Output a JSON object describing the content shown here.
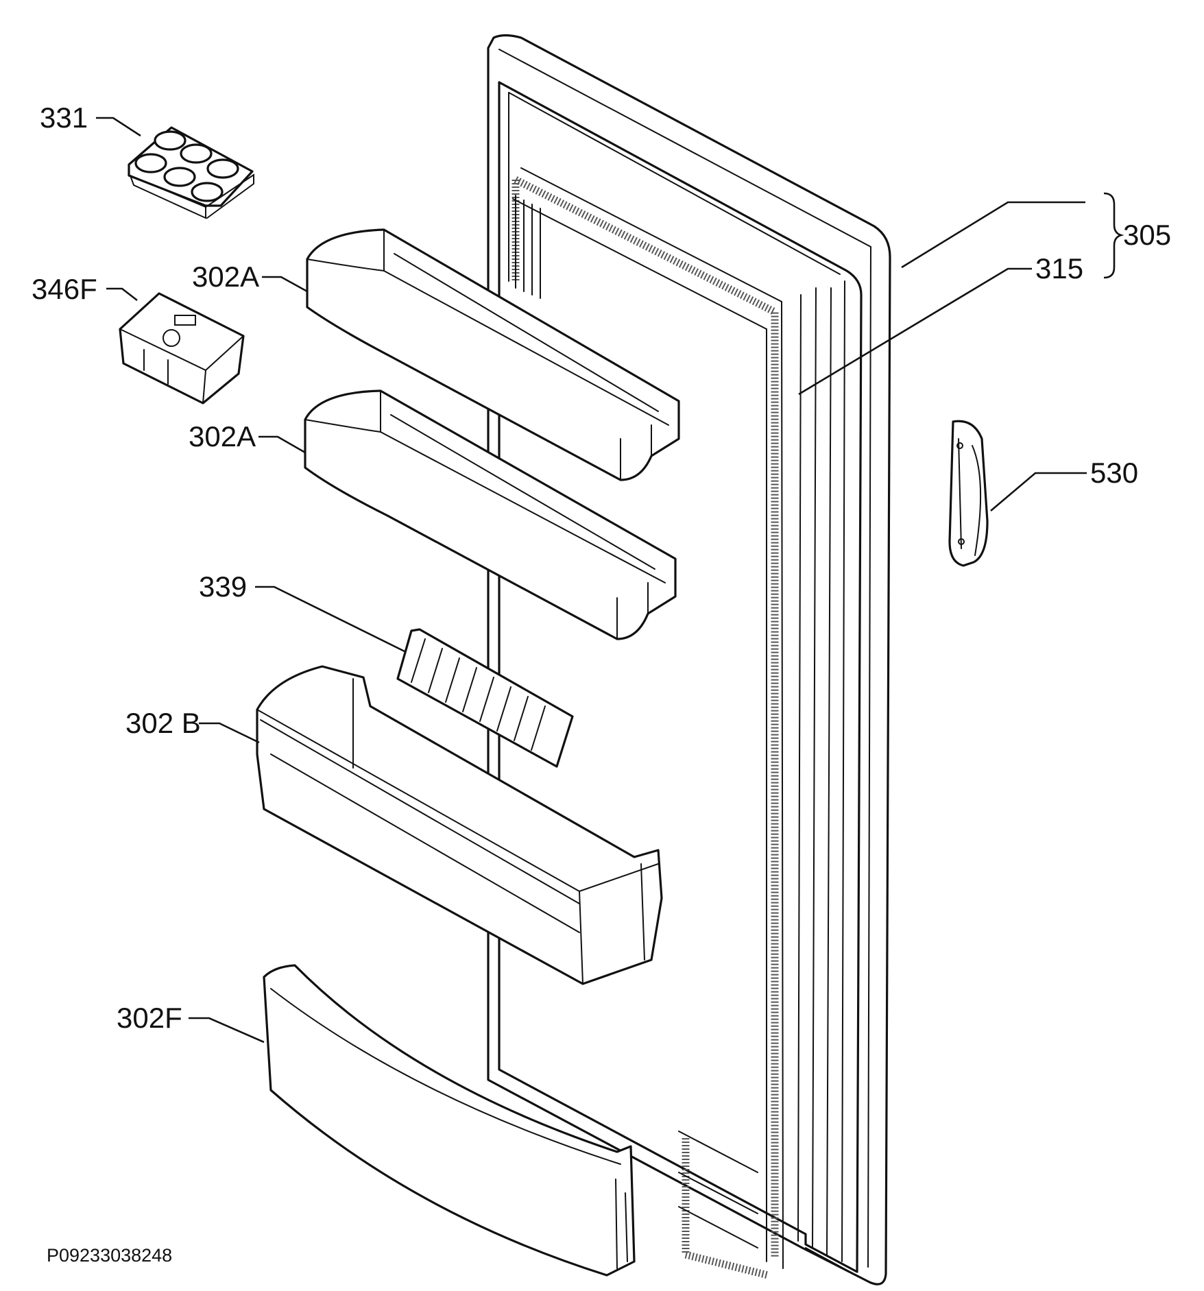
{
  "callouts": {
    "c331": "331",
    "c346f": "346F",
    "c302a_top": "302A",
    "c302a_mid": "302A",
    "c339": "339",
    "c302b": "302 B",
    "c302f": "302F",
    "c305": "305",
    "c315": "315",
    "c530": "530"
  },
  "drawing_code": "P09233038248"
}
